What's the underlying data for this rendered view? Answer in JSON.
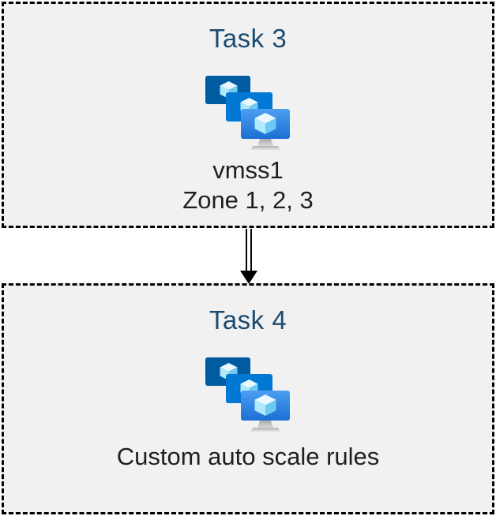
{
  "diagram": {
    "background_color": "#ffffff",
    "card_background_color": "#f1f1f2",
    "border_color": "#000000",
    "title_color": "#1c4b6e",
    "text_color": "#1f1f1f",
    "cards": [
      {
        "title": "Task 3",
        "icon": "vm-scale-set-icon",
        "lines": [
          "vmss1",
          "Zone 1, 2, 3"
        ]
      },
      {
        "title": "Task 4",
        "icon": "vm-scale-set-icon",
        "lines": [
          "Custom auto scale rules"
        ]
      }
    ],
    "connector": {
      "type": "double-line-arrow",
      "direction": "down",
      "color": "#000000"
    },
    "icon_colors": {
      "monitor_back": "#005ba1",
      "monitor_middle": "#0078d4",
      "monitor_front_top": "#4c9ff1",
      "monitor_front_bottom": "#1b6fd3",
      "cube_top": "#e9f8fe",
      "cube_left": "#b0e9fc",
      "cube_right": "#6ec9f3",
      "stand_gray": "#c2c2c2"
    }
  }
}
